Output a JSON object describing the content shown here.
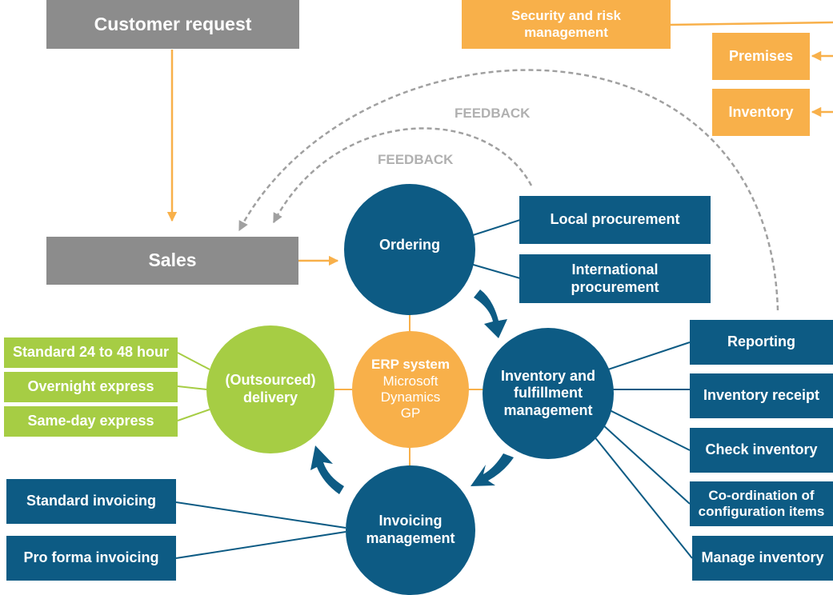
{
  "sources": {
    "customer_request": "Customer request",
    "sales": "Sales"
  },
  "security": {
    "title_line1": "Security and risk",
    "title_line2": "management",
    "premises": "Premises",
    "inventory": "Inventory"
  },
  "feedback": [
    "FEEDBACK",
    "FEEDBACK"
  ],
  "hubs": {
    "ordering": "Ordering",
    "inventory_line1": "Inventory and",
    "inventory_line2": "fulfillment",
    "inventory_line3": "management",
    "delivery_line1": "(Outsourced)",
    "delivery_line2": "delivery",
    "invoicing_line1": "Invoicing",
    "invoicing_line2": "management"
  },
  "center": {
    "title": "ERP system",
    "line1": "Microsoft",
    "line2": "Dynamics",
    "line3": "GP"
  },
  "ordering_items": {
    "local": "Local procurement",
    "international_line1": "International",
    "international_line2": "procurement"
  },
  "inventory_items": {
    "reporting": "Reporting",
    "receipt": "Inventory receipt",
    "check": "Check inventory",
    "coordination_line1": "Co-ordination of",
    "coordination_line2": "configuration items",
    "manage": "Manage inventory"
  },
  "delivery_items": {
    "standard": "Standard 24 to 48 hour",
    "overnight": "Overnight express",
    "sameday": "Same-day express"
  },
  "invoicing_items": {
    "standard": "Standard invoicing",
    "proforma": "Pro forma invoicing"
  },
  "colors": {
    "grey": "#8c8c8c",
    "orange": "#f8b04a",
    "blue": "#0d5b84",
    "green": "#a6cd44",
    "feedback": "#b0b0b0"
  }
}
